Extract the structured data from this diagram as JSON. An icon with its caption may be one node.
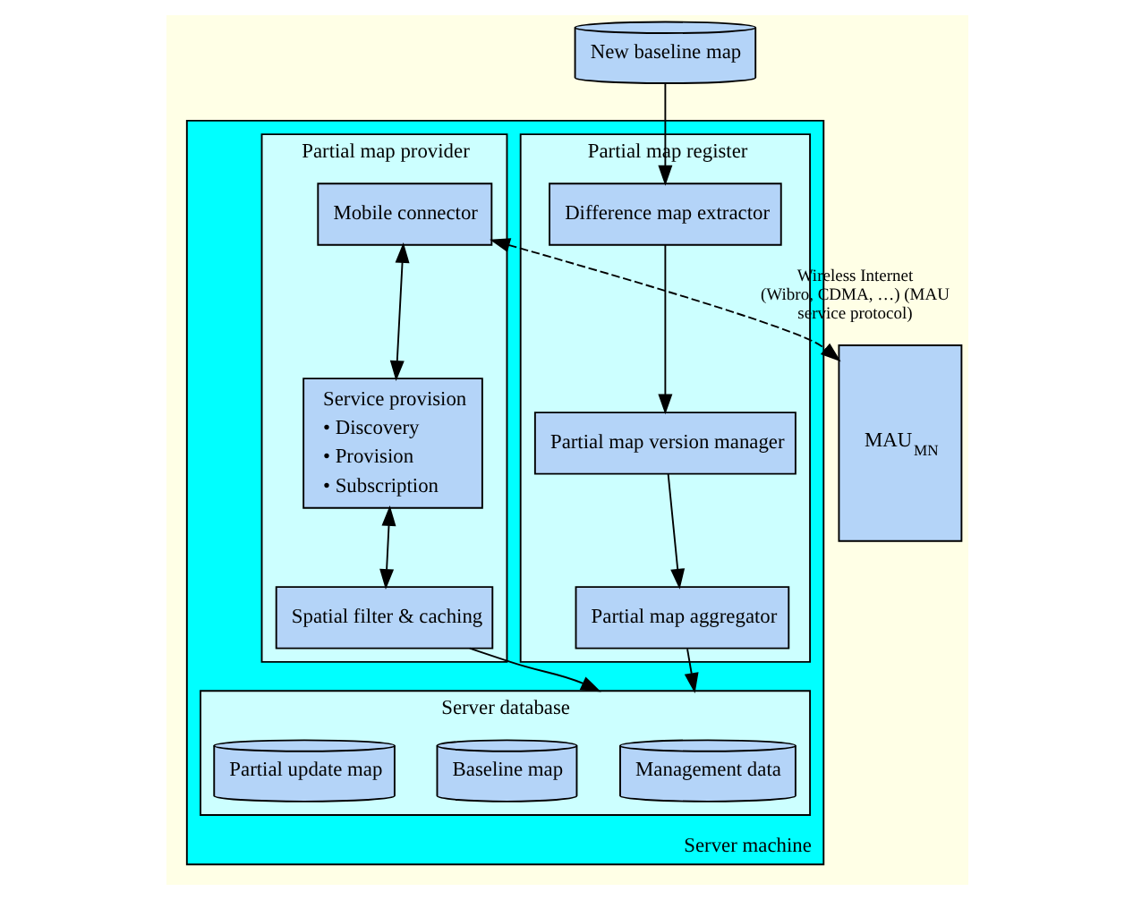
{
  "diagram": {
    "nodes": [
      {
        "text": [
          "Server machine"
        ]
      },
      {
        "text": [
          "Partial map register"
        ],
        "in": 0
      },
      {
        "text": [
          "Difference map extractor"
        ],
        "in": 1
      },
      {
        "text": [
          "Partial map version manager"
        ],
        "in": 1
      },
      {
        "text": [
          "Partial map aggregator"
        ],
        "in": 1
      },
      {
        "text": [
          "Partial map provider"
        ],
        "in": 0
      },
      {
        "text": [
          "Mobile connector"
        ],
        "in": 5
      },
      {
        "text": [
          "Service provision",
          "• Discovery",
          "• Provision",
          "• Subscription"
        ],
        "in": 5
      },
      {
        "text": [
          "Spatial filter & caching"
        ],
        "in": 5
      },
      {
        "text": [
          "Server database"
        ],
        "in": 0
      },
      {
        "text": [
          "Management data"
        ],
        "in": 9
      },
      {
        "text": [
          "Baseline map"
        ],
        "in": 9
      },
      {
        "text": [
          "Partial update map"
        ],
        "in": 9
      },
      {
        "text": [
          "New baseline map"
        ]
      },
      {
        "text": [
          "MAU$_{MN}$"
        ]
      }
    ],
    "edges": [
      {
        "from": 13,
        "to": 2,
        "arrow": "to"
      },
      {
        "from": 2,
        "to": 3,
        "arrow": "to"
      },
      {
        "from": 3,
        "to": 4,
        "arrow": "to"
      },
      {
        "from": 4,
        "to": 9,
        "arrow": "to"
      },
      {
        "from": 6,
        "to": 7,
        "arrow": "both"
      },
      {
        "from": 7,
        "to": 8,
        "arrow": "both"
      },
      {
        "from": 8,
        "to": 9,
        "arrow": "to"
      },
      {
        "from": 6,
        "to": 14,
        "arrow": "both",
        "style": "dashed",
        "label": "Wireless Internet (Wibro, CDMA, …) (MAU service protocol)"
      }
    ]
  }
}
